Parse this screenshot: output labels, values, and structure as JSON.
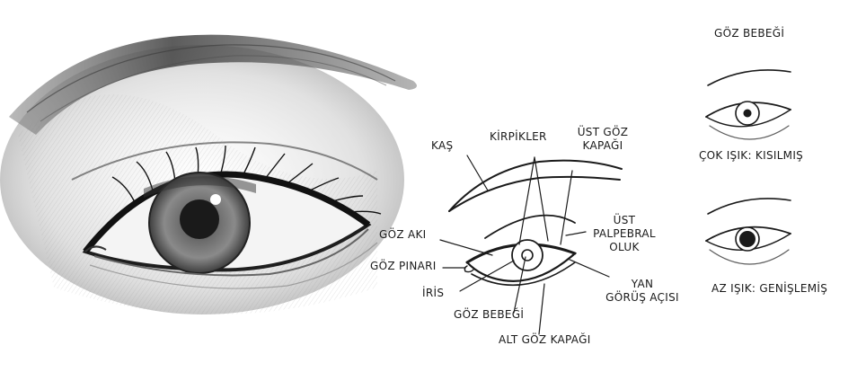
{
  "labels": {
    "kas": "KAŞ",
    "kirpikler": "KİRPİKLER",
    "ust_goz_kapagi_1": "ÜST GÖZ",
    "ust_goz_kapagi_2": "KAPAĞI",
    "ust_palpebral_1": "ÜST",
    "ust_palpebral_2": "PALPEBRAL",
    "ust_palpebral_3": "OLUK",
    "goz_aki": "GÖZ AKI",
    "goz_pinari": "GÖZ PINARI",
    "iris": "İRİS",
    "goz_bebegi": "GÖZ BEBEĞİ",
    "yan_1": "YAN",
    "yan_2": "GÖRÜŞ AÇISI",
    "alt_goz_kapagi": "ALT GÖZ KAPAĞI"
  },
  "pupil_panel": {
    "title": "GÖZ BEBEĞİ",
    "bright_caption": "ÇOK IŞIK: KISILMIŞ",
    "dim_caption": "AZ IŞIK: GENİŞLEMİŞ"
  },
  "colors": {
    "ink": "#1a1a1a",
    "pencil": "#555555",
    "iris": "#7a7a7a",
    "background": "#ffffff"
  }
}
